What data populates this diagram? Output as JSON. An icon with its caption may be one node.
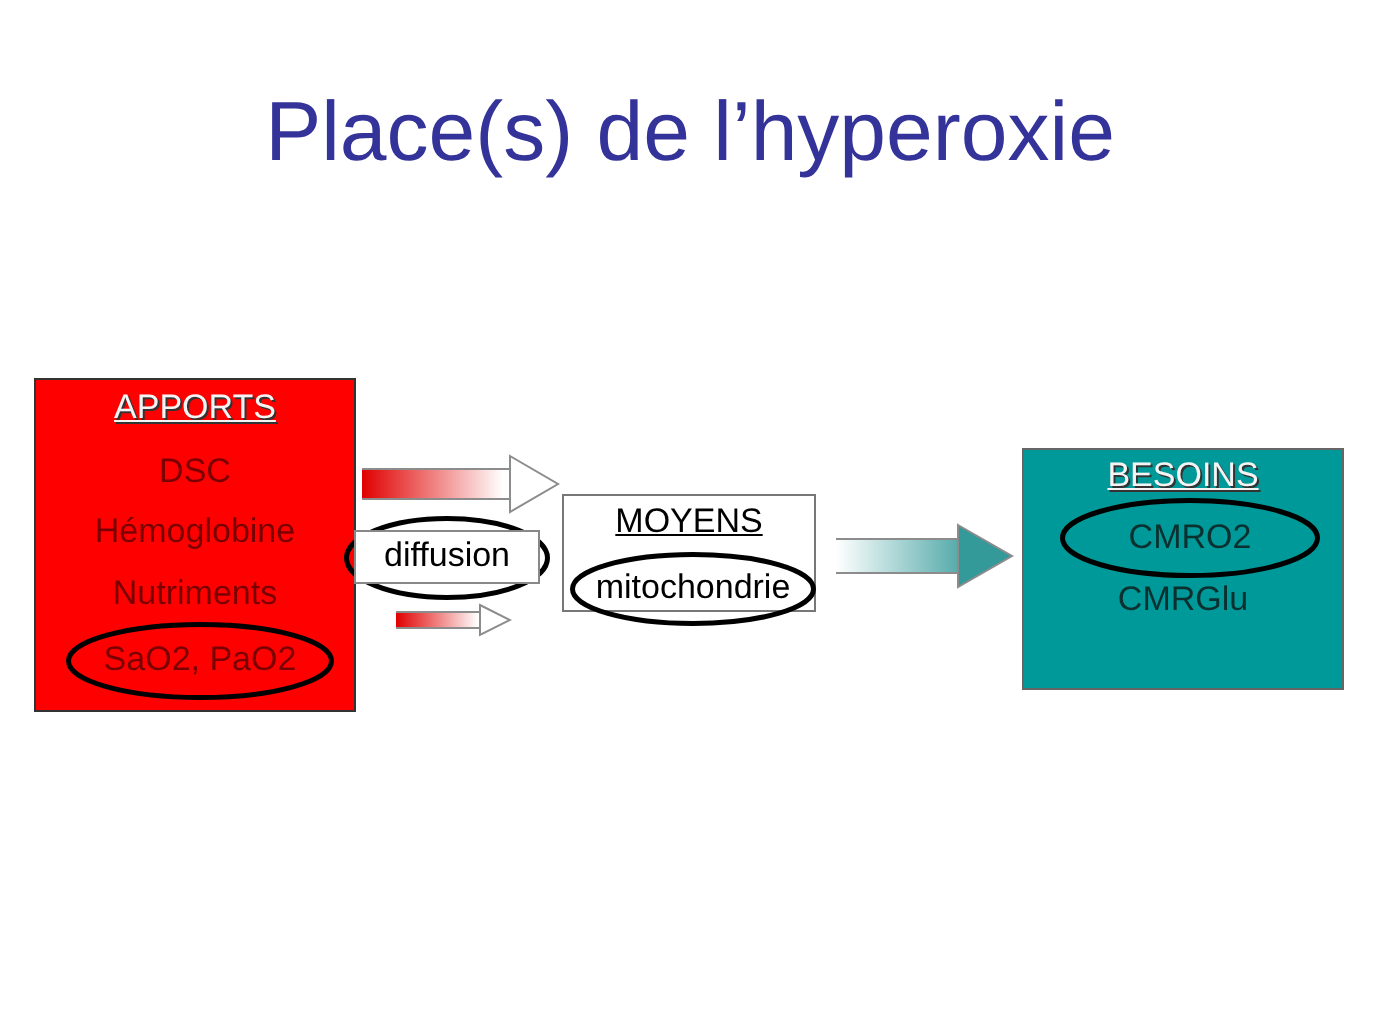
{
  "diagram": {
    "title": "Place(s) de l’hyperoxie",
    "nodes": [
      {
        "text": [
          "APPORTS",
          "DSC",
          "Hémoglobine",
          "Nutriments"
        ]
      },
      {
        "text": [
          "SaO2, PaO2"
        ],
        "in": 0
      },
      {
        "text": [],
        "shape": "ellipse"
      },
      {
        "text": [
          "diffusion"
        ],
        "in": 2
      },
      {
        "text": [
          "MOYENS"
        ]
      },
      {
        "text": [
          "mitochondrie"
        ]
      },
      {
        "text": [
          "BESOINS",
          "CMRGlu"
        ]
      },
      {
        "text": [
          "CMRO2"
        ],
        "in": 6
      }
    ],
    "edges": [
      {
        "from": 0,
        "to": 4,
        "arrow": "to"
      },
      {
        "from": 0,
        "to": 4,
        "arrow": "to"
      },
      {
        "from": 4,
        "to": 6,
        "arrow": "to",
        "color": "#339999"
      }
    ]
  }
}
